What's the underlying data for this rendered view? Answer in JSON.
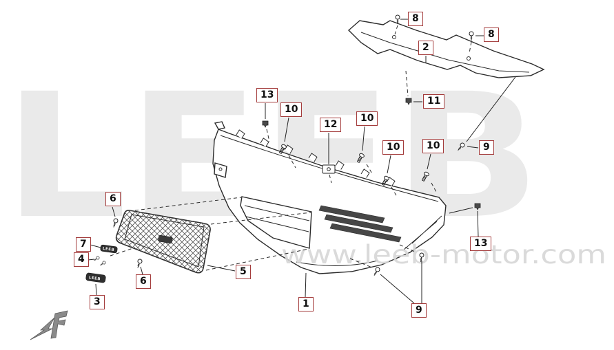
{
  "watermark": {
    "brand": "LEEB",
    "url": "www.leeb-motor.com"
  },
  "badge_text": "LEEB",
  "callouts": [
    {
      "id": "8-a",
      "label": "8"
    },
    {
      "id": "8-b",
      "label": "8"
    },
    {
      "id": "2",
      "label": "2"
    },
    {
      "id": "11",
      "label": "11"
    },
    {
      "id": "13-a",
      "label": "13"
    },
    {
      "id": "10-a",
      "label": "10"
    },
    {
      "id": "12",
      "label": "12"
    },
    {
      "id": "10-b",
      "label": "10"
    },
    {
      "id": "10-c",
      "label": "10"
    },
    {
      "id": "10-d",
      "label": "10"
    },
    {
      "id": "9-a",
      "label": "9"
    },
    {
      "id": "6-a",
      "label": "6"
    },
    {
      "id": "13-b",
      "label": "13"
    },
    {
      "id": "7",
      "label": "7"
    },
    {
      "id": "4",
      "label": "4"
    },
    {
      "id": "5",
      "label": "5"
    },
    {
      "id": "6-b",
      "label": "6"
    },
    {
      "id": "3",
      "label": "3"
    },
    {
      "id": "1",
      "label": "1"
    },
    {
      "id": "9-b",
      "label": "9"
    }
  ]
}
